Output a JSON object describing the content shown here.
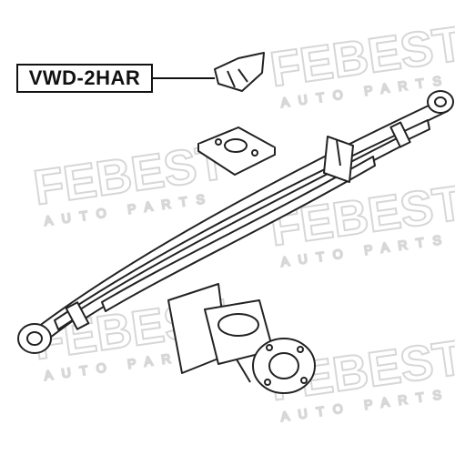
{
  "part_label": {
    "text": "VWD-2HAR"
  },
  "watermark": {
    "brand": "FEBEST",
    "tagline": "AUTO PARTS"
  }
}
